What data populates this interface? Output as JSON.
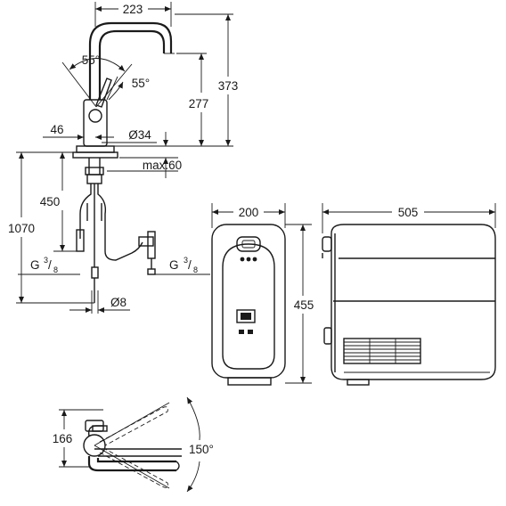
{
  "dimensions": {
    "spout_reach": "223",
    "swivel_angle_left": "55°",
    "swivel_angle_right": "55°",
    "spout_height": "277",
    "total_height": "373",
    "lever_offset": "46",
    "base_diameter": "Ø34",
    "max_deck_thickness": "max.60",
    "shank_length": "450",
    "total_length": "1070",
    "thread_left_base": "G",
    "thread_left_num": "3",
    "thread_left_den": "8",
    "thread_right_base": "G",
    "thread_right_num": "3",
    "thread_right_den": "8",
    "hose_diameter": "Ø8",
    "boiler_width": "200",
    "boiler_height": "455",
    "chiller_depth": "505",
    "top_view_offset": "166",
    "rotation_angle": "150°"
  }
}
